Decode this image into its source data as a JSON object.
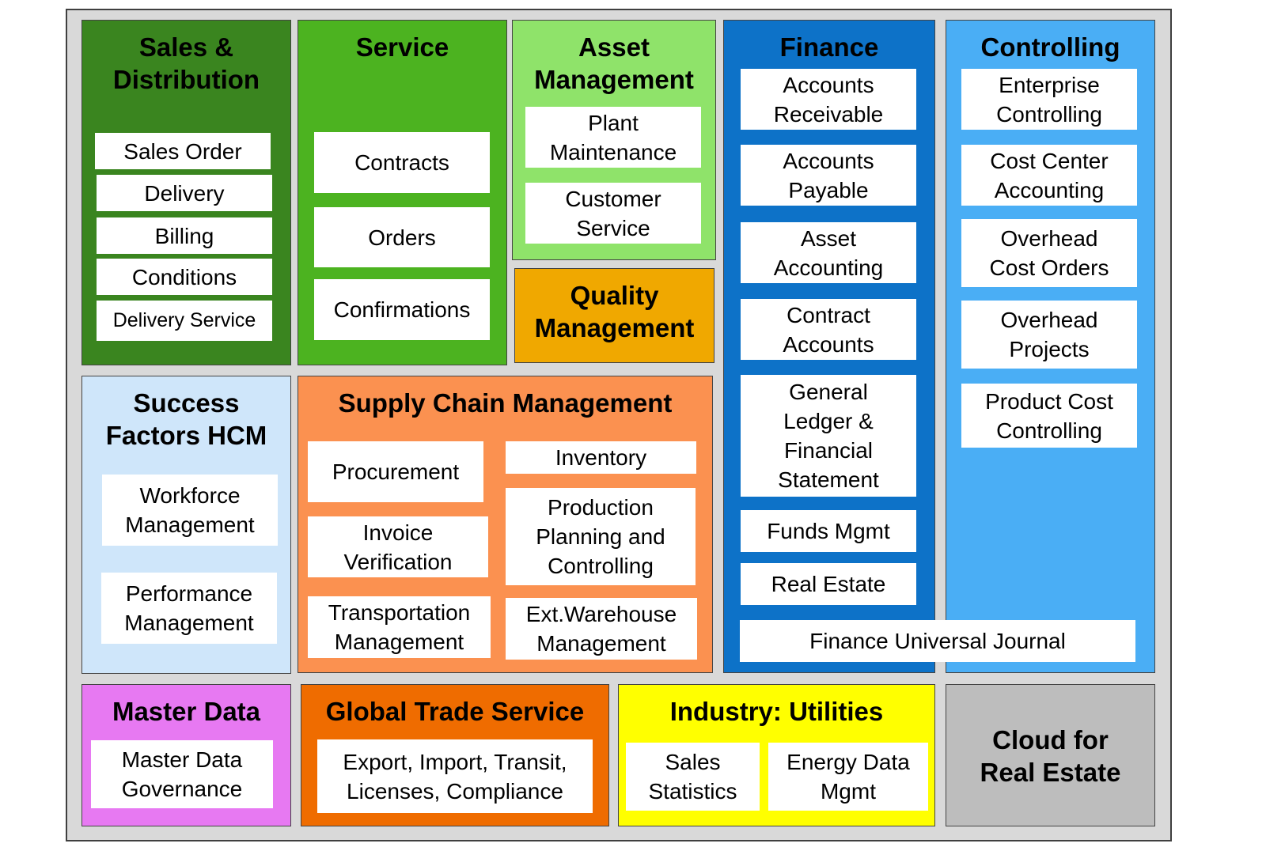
{
  "modules": {
    "sales": {
      "title": "Sales &\nDistribution",
      "color": "#3a851f",
      "items": [
        "Sales Order",
        "Delivery",
        "Billing",
        "Conditions",
        "Delivery Service"
      ]
    },
    "service": {
      "title": "Service",
      "color": "#4cb320",
      "items": [
        "Contracts",
        "Orders",
        "Confirmations"
      ]
    },
    "asset": {
      "title": "Asset\nManagement",
      "color": "#8fe36a",
      "items": [
        "Plant\nMaintenance",
        "Customer\nService"
      ]
    },
    "quality": {
      "title": "Quality\nManagement",
      "color": "#f0a800"
    },
    "finance": {
      "title": "Finance",
      "color": "#0d72c8",
      "items": [
        "Accounts\nReceivable",
        "Accounts\nPayable",
        "Asset\nAccounting",
        "Contract\nAccounts",
        "General\nLedger &\nFinancial\nStatement",
        "Funds Mgmt",
        "Real Estate"
      ]
    },
    "controlling": {
      "title": "Controlling",
      "color": "#4aaef5",
      "items": [
        "Enterprise\nControlling",
        "Cost Center\nAccounting",
        "Overhead\nCost Orders",
        "Overhead\nProjects",
        "Product Cost\nControlling"
      ]
    },
    "universal_journal": "Finance Universal Journal",
    "success": {
      "title": "Success\nFactors HCM",
      "color": "#cfe6fa",
      "items": [
        "Workforce\nManagement",
        "Performance\nManagement"
      ]
    },
    "scm": {
      "title": "Supply Chain Management",
      "color": "#fb9150",
      "items": [
        "Procurement",
        "Invoice\nVerification",
        "Transportation\nManagement",
        "Inventory",
        "Production\nPlanning and\nControlling",
        "Ext.Warehouse\nManagement"
      ]
    },
    "master": {
      "title": "Master Data",
      "color": "#e779f2",
      "items": [
        "Master Data\nGovernance"
      ]
    },
    "gts": {
      "title": "Global Trade Service",
      "color": "#ef6c00",
      "items": [
        "Export, Import, Transit,\nLicenses, Compliance"
      ]
    },
    "utilities": {
      "title": "Industry: Utilities",
      "color": "#ffff00",
      "items": [
        "Sales\nStatistics",
        "Energy Data\nMgmt"
      ]
    },
    "cloud": {
      "title": "Cloud for\nReal Estate",
      "color": "#bdbdbd"
    }
  }
}
